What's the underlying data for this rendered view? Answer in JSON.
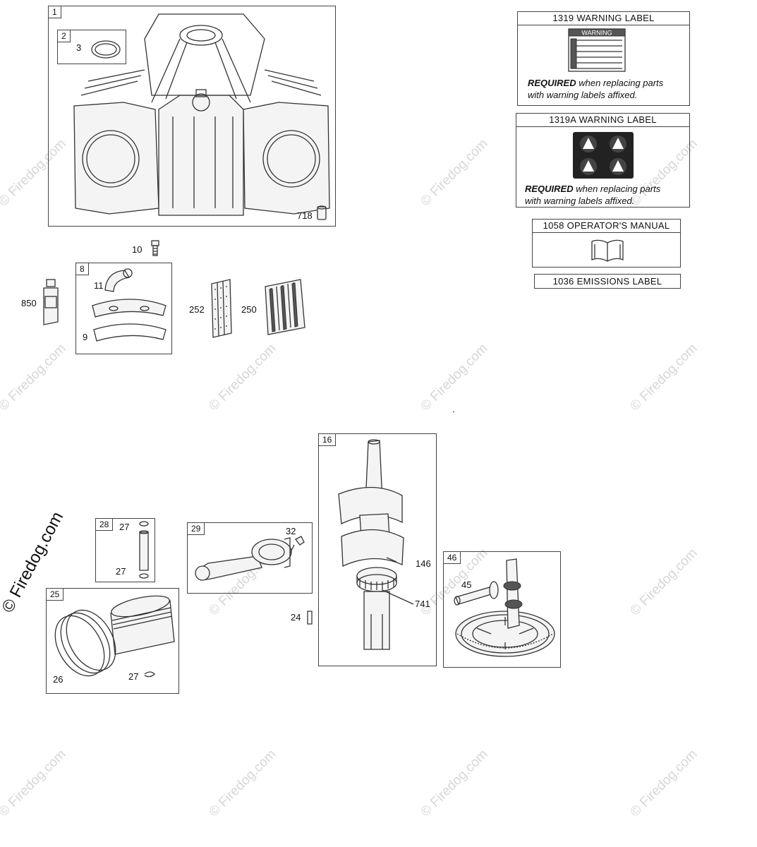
{
  "watermark": "© Firedog.com",
  "watermark_big": "© Firedog.com",
  "boxes": {
    "b1": "1",
    "b2": "2",
    "b8": "8",
    "b16": "16",
    "b28": "28",
    "b29": "29",
    "b25": "25",
    "b46": "46"
  },
  "parts": {
    "p3": "3",
    "p718": "718",
    "p10": "10",
    "p850": "850",
    "p11": "11",
    "p9": "9",
    "p252": "252",
    "p250": "250",
    "p27a": "27",
    "p27b": "27",
    "p32": "32",
    "p26": "26",
    "p27c": "27",
    "p146": "146",
    "p741": "741",
    "p24": "24",
    "p45": "45"
  },
  "labels": {
    "warn1319": {
      "title": "1319 WARNING LABEL",
      "req_bold": "REQUIRED",
      "req_rest": " when replacing parts",
      "req_line2": "with warning labels affixed."
    },
    "warn1319a": {
      "title": "1319A WARNING LABEL",
      "req_bold": "REQUIRED",
      "req_rest": " when replacing parts",
      "req_line2": "with warning labels affixed."
    },
    "manual1058": {
      "title": "1058 OPERATOR'S MANUAL"
    },
    "emissions1036": {
      "title": "1036 EMISSIONS LABEL"
    }
  },
  "warning_sticker_text": "WARNING"
}
